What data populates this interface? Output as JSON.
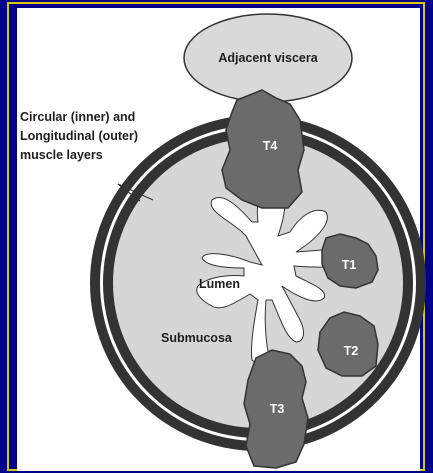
{
  "labels": {
    "adjacent": "Adjacent viscera",
    "muscle_line1": "Circular (inner)  and",
    "muscle_line2": "Longitudinal (outer)",
    "muscle_line3": "muscle layers",
    "lumen": "Lumen",
    "submucosa": "Submucosa",
    "t1": "T1",
    "t2": "T2",
    "t3": "T3",
    "t4": "T4"
  },
  "colors": {
    "background": "#000088",
    "frame": "#d8c800",
    "panel": "#ffffff",
    "submucosa_fill": "#d6d6d6",
    "muscle_ring": "#333333",
    "tumor_fill": "#6b6b6b",
    "viscera_fill": "#d9d9d9"
  }
}
